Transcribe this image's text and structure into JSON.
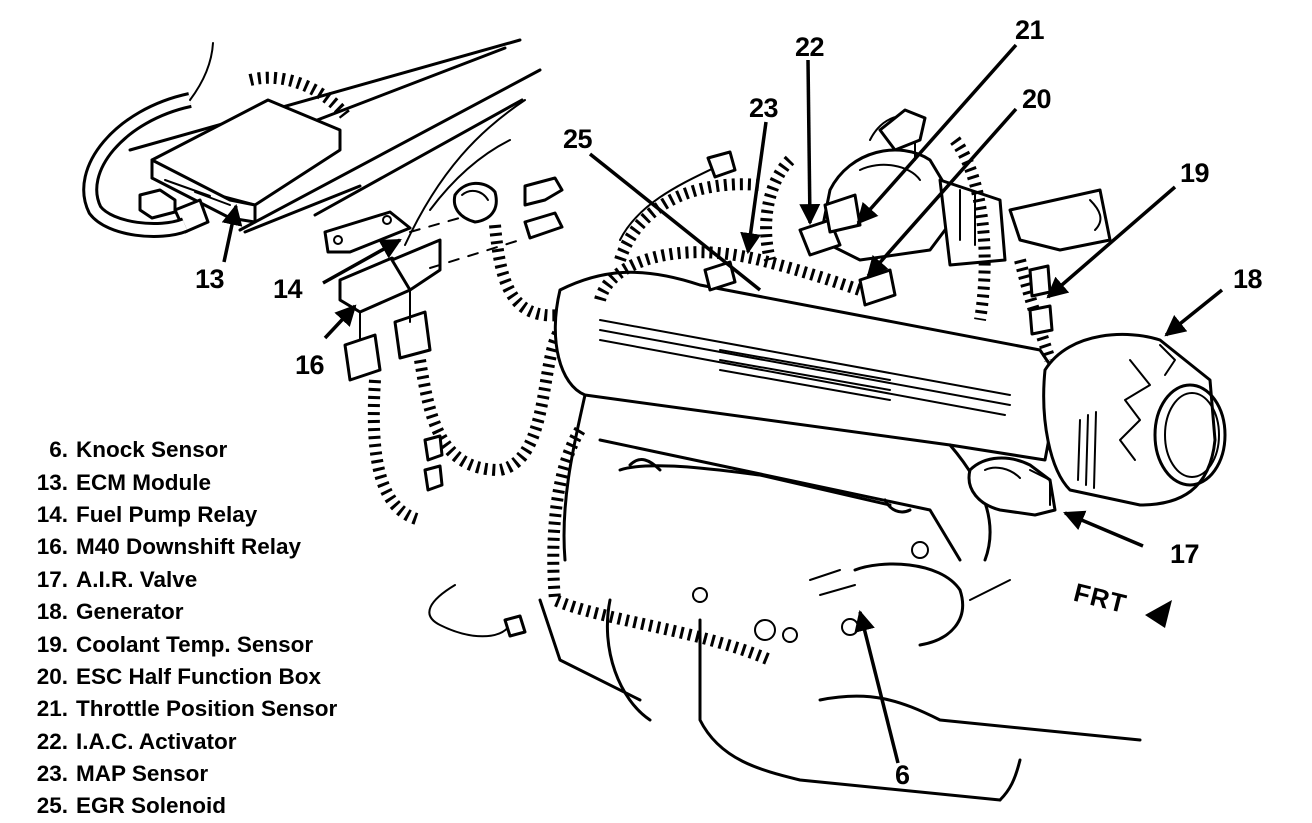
{
  "diagram": {
    "subject": "Engine compartment component locator",
    "callouts": [
      {
        "id": "6",
        "text": "6"
      },
      {
        "id": "13",
        "text": "13"
      },
      {
        "id": "14",
        "text": "14"
      },
      {
        "id": "16",
        "text": "16"
      },
      {
        "id": "17",
        "text": "17"
      },
      {
        "id": "18",
        "text": "18"
      },
      {
        "id": "19",
        "text": "19"
      },
      {
        "id": "20",
        "text": "20"
      },
      {
        "id": "21",
        "text": "21"
      },
      {
        "id": "22",
        "text": "22"
      },
      {
        "id": "23",
        "text": "23"
      },
      {
        "id": "25",
        "text": "25"
      }
    ],
    "direction_label": "FRT",
    "direction_icon": "front-arrow-icon"
  },
  "legend": [
    {
      "number": "6.",
      "label": "Knock Sensor"
    },
    {
      "number": "13.",
      "label": "ECM Module"
    },
    {
      "number": "14.",
      "label": "Fuel Pump Relay"
    },
    {
      "number": "16.",
      "label": "M40 Downshift Relay"
    },
    {
      "number": "17.",
      "label": "A.I.R. Valve"
    },
    {
      "number": "18.",
      "label": "Generator"
    },
    {
      "number": "19.",
      "label": "Coolant Temp. Sensor"
    },
    {
      "number": "20.",
      "label": "ESC Half Function Box"
    },
    {
      "number": "21.",
      "label": "Throttle Position Sensor"
    },
    {
      "number": "22.",
      "label": "I.A.C. Activator"
    },
    {
      "number": "23.",
      "label": "MAP Sensor"
    },
    {
      "number": "25.",
      "label": "EGR Solenoid"
    }
  ]
}
